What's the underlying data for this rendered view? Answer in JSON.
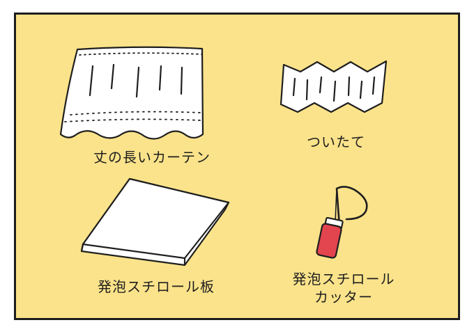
{
  "colors": {
    "panel_background": "#fbe38b",
    "outline": "#1e1e1e",
    "item_fill": "#ffffff",
    "cutter_handle": "#e3454f"
  },
  "items": [
    {
      "icon": "long-curtain-icon",
      "label": "丈の長いカーテン"
    },
    {
      "icon": "folding-screen-icon",
      "label": "ついたて"
    },
    {
      "icon": "styrofoam-board-icon",
      "label": "発泡スチロール板"
    },
    {
      "icon": "styrofoam-cutter-icon",
      "label_line1": "発泡スチロール",
      "label_line2": "カッター"
    }
  ]
}
